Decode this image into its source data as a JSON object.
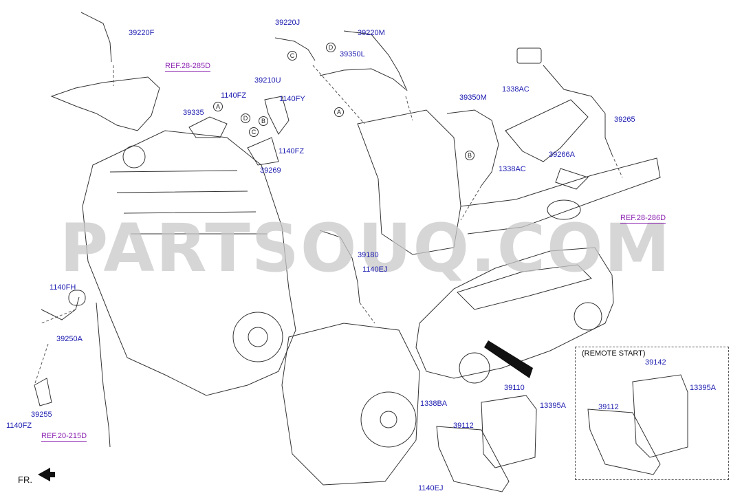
{
  "watermark": "PARTSOUQ.COM",
  "remote_start_title": "(REMOTE START)",
  "front_label": "FR.",
  "refs": [
    "REF.28-285D",
    "REF.28-286D",
    "REF.20-215D"
  ],
  "parts": [
    "39220F",
    "39220J",
    "39220M",
    "39350L",
    "39210U",
    "1140FZ",
    "1140FY",
    "39335",
    "1140FZ",
    "39269",
    "39350M",
    "1338AC",
    "39265",
    "39266A",
    "1338AC",
    "39180",
    "1140EJ",
    "1140FH",
    "39250A",
    "39255",
    "1140FZ",
    "39110",
    "13395A",
    "1338BA",
    "39112",
    "1140EJ",
    "39142",
    "13395A",
    "39112"
  ],
  "callouts": [
    "A",
    "B",
    "C",
    "D",
    "A",
    "B",
    "C",
    "D"
  ]
}
